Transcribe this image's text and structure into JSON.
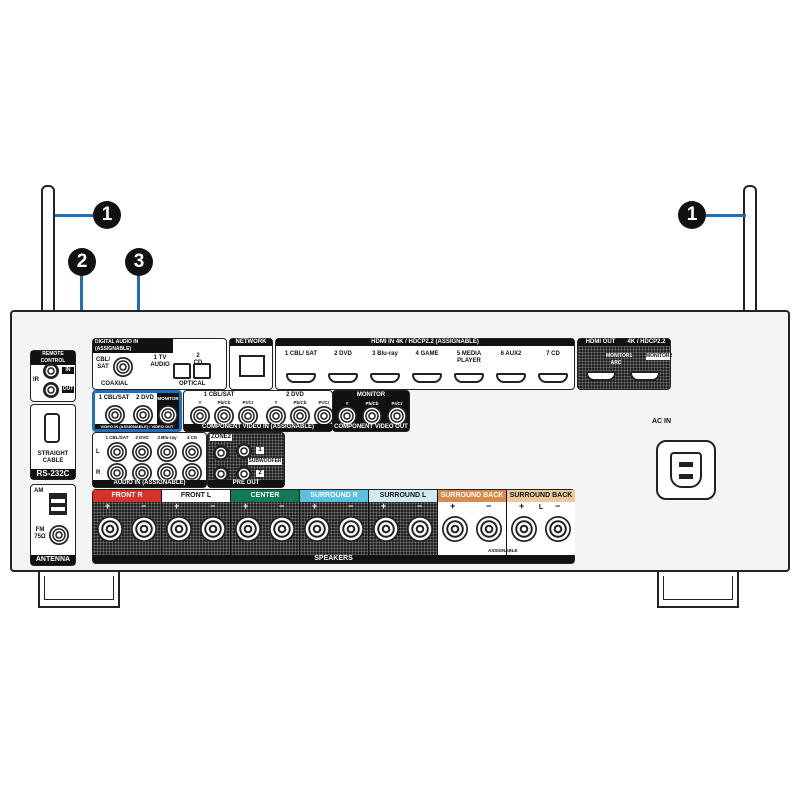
{
  "callouts": [
    "1",
    "1",
    "2",
    "3"
  ],
  "remote": {
    "title": "REMOTE CONTROL",
    "ir": "IR",
    "in": "IN",
    "out": "OUT"
  },
  "rs232": {
    "cable": "STRAIGHT CABLE",
    "title": "RS-232C"
  },
  "antenna": {
    "am": "AM",
    "fm": "FM 75Ω",
    "title": "ANTENNA"
  },
  "digital_audio": {
    "title": "DIGITAL AUDIO IN (ASSIGNABLE)",
    "coax_src": "CBL/ SAT",
    "coaxial": "COAXIAL",
    "opt1": "1 TV AUDIO",
    "opt2": "2 CD",
    "optical": "OPTICAL"
  },
  "network": {
    "title": "NETWORK"
  },
  "hdmi_in": {
    "title": "HDMI IN 4K / HDCP2.2 (ASSIGNABLE)",
    "inputs": [
      "1 CBL/ SAT",
      "2 DVD",
      "3 Blu-ray",
      "4 GAME",
      "5 MEDIA PLAYER",
      "6 AUX2",
      "7 CD"
    ]
  },
  "hdmi_out": {
    "title": "HDMI OUT",
    "spec": "4K / HDCP2.2",
    "mon1": "MONITOR1 ARC",
    "mon2": "MONITOR2"
  },
  "video": {
    "in1": "1 CBL/SAT",
    "in2": "2 DVD",
    "monitor": "MONITOR",
    "label": "VIDEO IN (ASSIGNABLE) / VIDEO OUT"
  },
  "component": {
    "in1": "1 CBL/SAT",
    "in2": "2 DVD",
    "cols": [
      "Y",
      "Pb/Cb",
      "Pr/Cr"
    ],
    "label": "COMPONENT VIDEO IN (ASSIGNABLE)",
    "monitor": "MONITOR",
    "out_label": "COMPONENT VIDEO OUT"
  },
  "audio_in": {
    "inputs": [
      "1 CBL/SAT",
      "2 DVD",
      "3 Blu-ray",
      "4 CD"
    ],
    "l": "L",
    "r": "R",
    "label": "AUDIO IN (ASSIGNABLE)"
  },
  "preout": {
    "zone": "ZONE2",
    "sub": "SUBWOOFER",
    "one": "1",
    "two": "2",
    "label": "PRE OUT"
  },
  "speakers": {
    "label": "SPEAKERS",
    "assignable": "ASSIGNABLE",
    "sections": [
      {
        "name": "FRONT R",
        "color": "#d6312b",
        "text": "#fff"
      },
      {
        "name": "FRONT L",
        "color": "#ffffff",
        "text": "#111"
      },
      {
        "name": "CENTER",
        "color": "#11795a",
        "text": "#fff"
      },
      {
        "name": "SURROUND R",
        "color": "#5bbfdf",
        "text": "#fff"
      },
      {
        "name": "SURROUND L",
        "color": "#cfeaf4",
        "text": "#111"
      },
      {
        "name": "SURROUND BACK R",
        "color": "#d9894a",
        "text": "#fff"
      },
      {
        "name": "SURROUND BACK L",
        "color": "#efc79c",
        "text": "#111"
      }
    ]
  },
  "ac_in": "AC IN"
}
